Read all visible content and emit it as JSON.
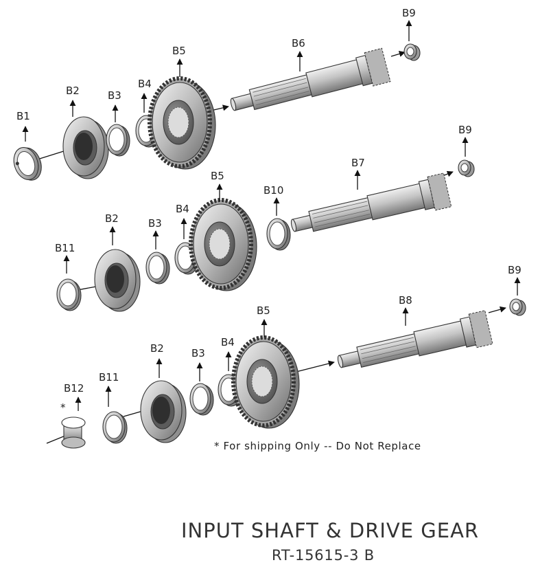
{
  "diagram": {
    "title": "INPUT SHAFT & DRIVE GEAR",
    "subtitle": "RT-15615-3 B",
    "note": "* For shipping Only -- Do Not Replace",
    "asterisk": "*",
    "assembly1": {
      "b1": "B1",
      "b2": "B2",
      "b3": "B3",
      "b4": "B4",
      "b5": "B5",
      "b6": "B6",
      "b9": "B9"
    },
    "assembly2": {
      "b11": "B11",
      "b2": "B2",
      "b3": "B3",
      "b4": "B4",
      "b5": "B5",
      "b10": "B10",
      "b7": "B7",
      "b9": "B9"
    },
    "assembly3": {
      "b12": "B12",
      "b11": "B11",
      "b2": "B2",
      "b3": "B3",
      "b4": "B4",
      "b5": "B5",
      "b8": "B8",
      "b9": "B9"
    }
  }
}
